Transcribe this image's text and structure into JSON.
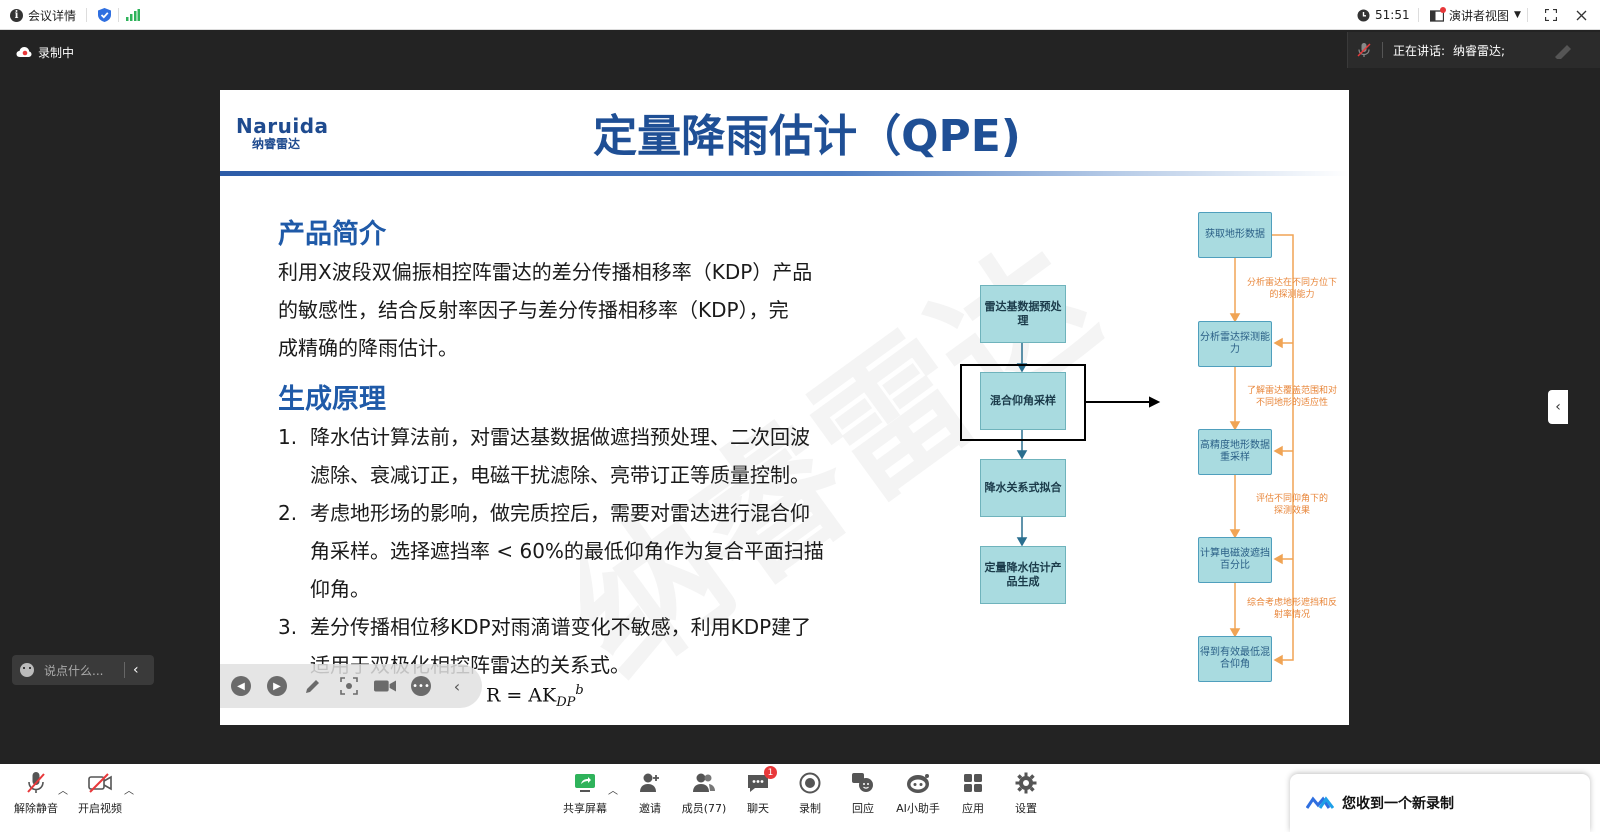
{
  "topbar": {
    "meeting_info_label": "会议详情",
    "timer": "51:51",
    "view_mode_label": "演讲者视图"
  },
  "recording": {
    "label": "录制中"
  },
  "speaker": {
    "prefix": "正在讲话:",
    "name": "纳睿雷达;"
  },
  "slide": {
    "logo_en": "Naruida",
    "logo_cn": "纳睿雷达",
    "title": "定量降雨估计（QPE)",
    "section1_title": "产品简介",
    "section1_lines": [
      "利用X波段双偏振相控阵雷达的差分传播相移率（KDP）产品",
      "的敏感性，结合反射率因子与差分传播相移率（KDP），完",
      "成精确的降雨估计。"
    ],
    "section2_title": "生成原理",
    "list": [
      {
        "num": "1.",
        "line1": "降水估计算法前，对雷达基数据做遮挡预处理、二次回波",
        "line2": "滤除、衰减订正，电磁干扰滤除、亮带订正等质量控制。"
      },
      {
        "num": "2.",
        "line1": "考虑地形场的影响，做完质控后，需要对雷达进行混合仰",
        "line2": "角采样。选择遮挡率 < 60%的最低仰角作为复合平面扫描",
        "line3": "仰角。"
      },
      {
        "num": "3.",
        "line1": "差分传播相位移KDP对雨滴谱变化不敏感，利用KDP建了",
        "line2": "适用于双极化相控阵雷达的关系式。"
      }
    ],
    "formula": {
      "lhs": "R = AK",
      "sub": "DP",
      "sup": "b"
    },
    "flow_left": [
      "雷达基数据预处理",
      "混合仰角采样",
      "降水关系式拟合",
      "定量降水估计产品生成"
    ],
    "flow_right": [
      "获取地形数据",
      "分析雷达探测能力",
      "高精度地形数据重采样",
      "计算电磁波遮挡百分比",
      "得到有效最低混合仰角"
    ],
    "flow_annotations": [
      "分析雷达在不同方位下的探测能力",
      "了解雷达覆盖范围和对不同地形的适应性",
      "评估不同仰角下的探测效果",
      "综合考虑地形遮挡和反射率情况"
    ],
    "watermark": "纳睿雷达"
  },
  "chat_input": {
    "placeholder": "说点什么..."
  },
  "bottombar": {
    "unmute": "解除静音",
    "start_video": "开启视频",
    "share_screen": "共享屏幕",
    "invite": "邀请",
    "members": "成员(77)",
    "chat": "聊天",
    "chat_badge": "1",
    "record": "录制",
    "react": "回应",
    "ai_assistant": "AI小助手",
    "apps": "应用",
    "settings": "设置"
  },
  "toast": {
    "text": "您收到一个新录制"
  },
  "colors": {
    "title_blue": "#1f4f95",
    "section_blue": "#1f5aa8",
    "flow_box": "#a9dbe0",
    "flow_annotation": "#e8863a",
    "signal_green": "#2fb35b",
    "shield_blue": "#2f6fe0",
    "badge_red": "#e8383a"
  }
}
